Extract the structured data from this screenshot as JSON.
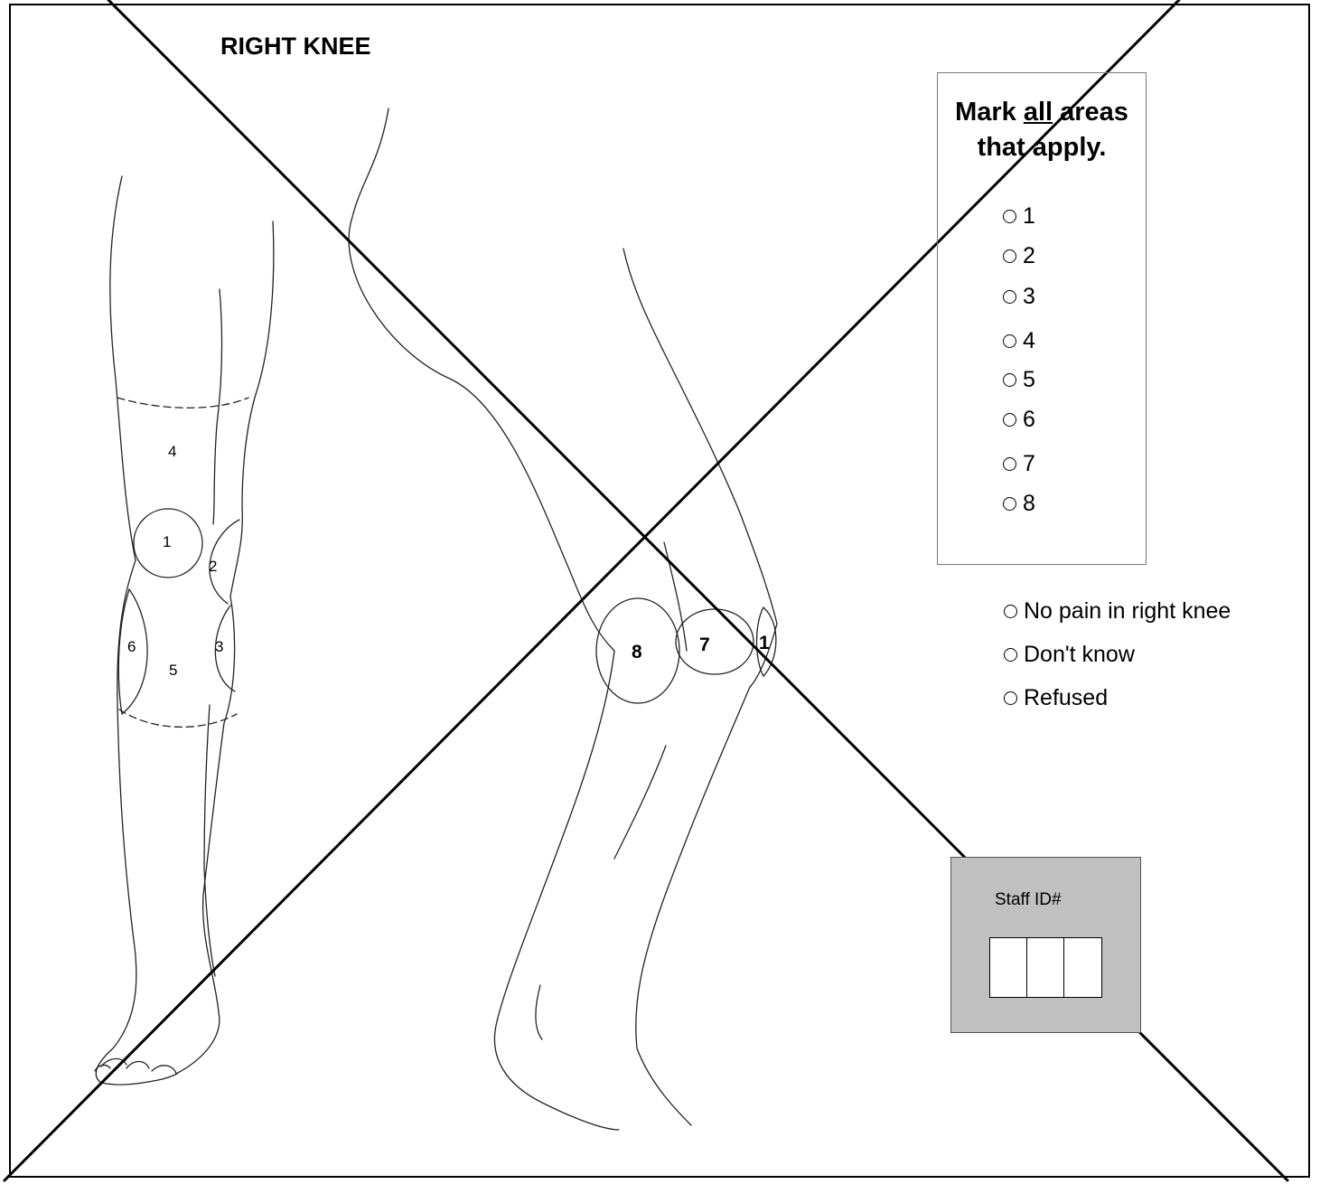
{
  "form": {
    "title": "RIGHT KNEE",
    "instruction": {
      "prefix": "Mark ",
      "underlined": "all",
      "suffix_line1": " areas",
      "line2": "that apply."
    },
    "area_options": [
      {
        "label": "1"
      },
      {
        "label": "2"
      },
      {
        "label": "3"
      },
      {
        "label": "4"
      },
      {
        "label": "5"
      },
      {
        "label": "6"
      },
      {
        "label": "7"
      },
      {
        "label": "8"
      }
    ],
    "extra_options": [
      {
        "label": "No pain in right knee"
      },
      {
        "label": "Don't know"
      },
      {
        "label": "Refused"
      }
    ],
    "staff": {
      "label": "Staff ID#",
      "cells": 3
    }
  },
  "diagram": {
    "front_view_labels": [
      "1",
      "2",
      "3",
      "4",
      "5",
      "6"
    ],
    "side_view_labels": [
      "7",
      "8",
      "1"
    ]
  }
}
